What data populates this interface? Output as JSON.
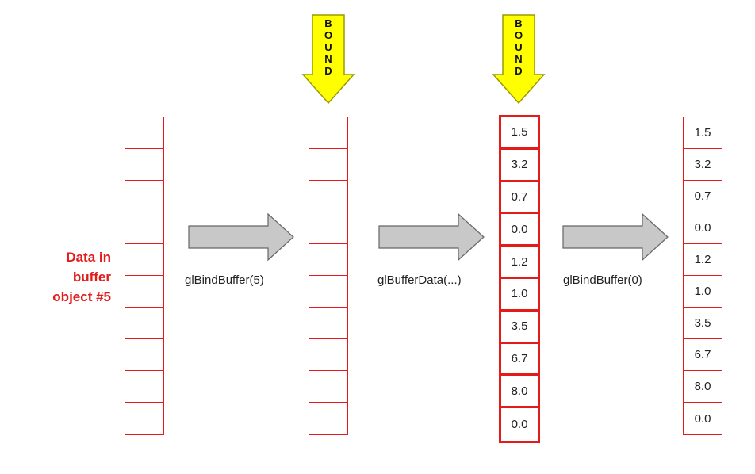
{
  "side_label": [
    "Data in",
    "buffer",
    "object #5"
  ],
  "bound_letters": [
    "B",
    "O",
    "U",
    "N",
    "D"
  ],
  "operations": [
    "glBindBuffer(5)",
    "glBufferData(...)",
    "glBindBuffer(0)"
  ],
  "buffer_values": [
    "1.5",
    "3.2",
    "0.7",
    "0.0",
    "1.2",
    "1.0",
    "3.5",
    "6.7",
    "8.0",
    "0.0"
  ],
  "colors": {
    "buffer_border": "#e31b1b",
    "bound_arrow_fill": "#ffff00",
    "bound_arrow_stroke": "#9a9a00",
    "step_arrow_fill": "#c8c8c8",
    "step_arrow_stroke": "#666666",
    "label": "#e31b1b"
  }
}
